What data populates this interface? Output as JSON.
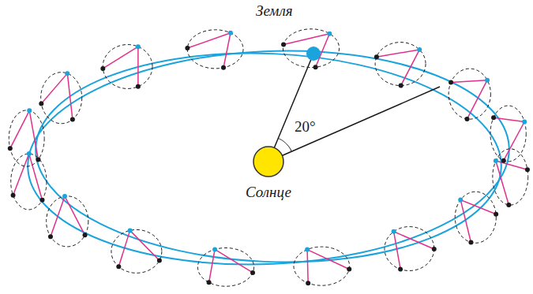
{
  "diagram": {
    "labels": [
      "Земля",
      "20°",
      "Солнце"
    ]
  }
}
